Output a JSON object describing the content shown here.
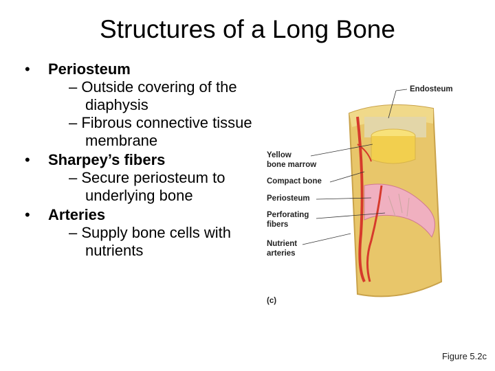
{
  "slide": {
    "title": "Structures of a Long Bone",
    "bullets": [
      {
        "label": "Periosteum",
        "subs": [
          "– Outside covering of the diaphysis",
          "– Fibrous connective tissue membrane"
        ]
      },
      {
        "label": "Sharpey’s fibers",
        "subs": [
          "– Secure periosteum to underlying bone"
        ]
      },
      {
        "label": "Arteries",
        "subs": [
          "– Supply bone cells with nutrients"
        ]
      }
    ],
    "bullet_char": "•"
  },
  "figure": {
    "labels": {
      "endosteum": "Endosteum",
      "yellow_marrow_1": "Yellow",
      "yellow_marrow_2": "bone marrow",
      "compact_bone": "Compact bone",
      "periosteum": "Periosteum",
      "perforating_1": "Perforating",
      "perforating_2": "fibers",
      "nutrient_1": "Nutrient",
      "nutrient_2": "arteries",
      "panel": "(c)"
    },
    "caption": "Figure 5.2c"
  }
}
